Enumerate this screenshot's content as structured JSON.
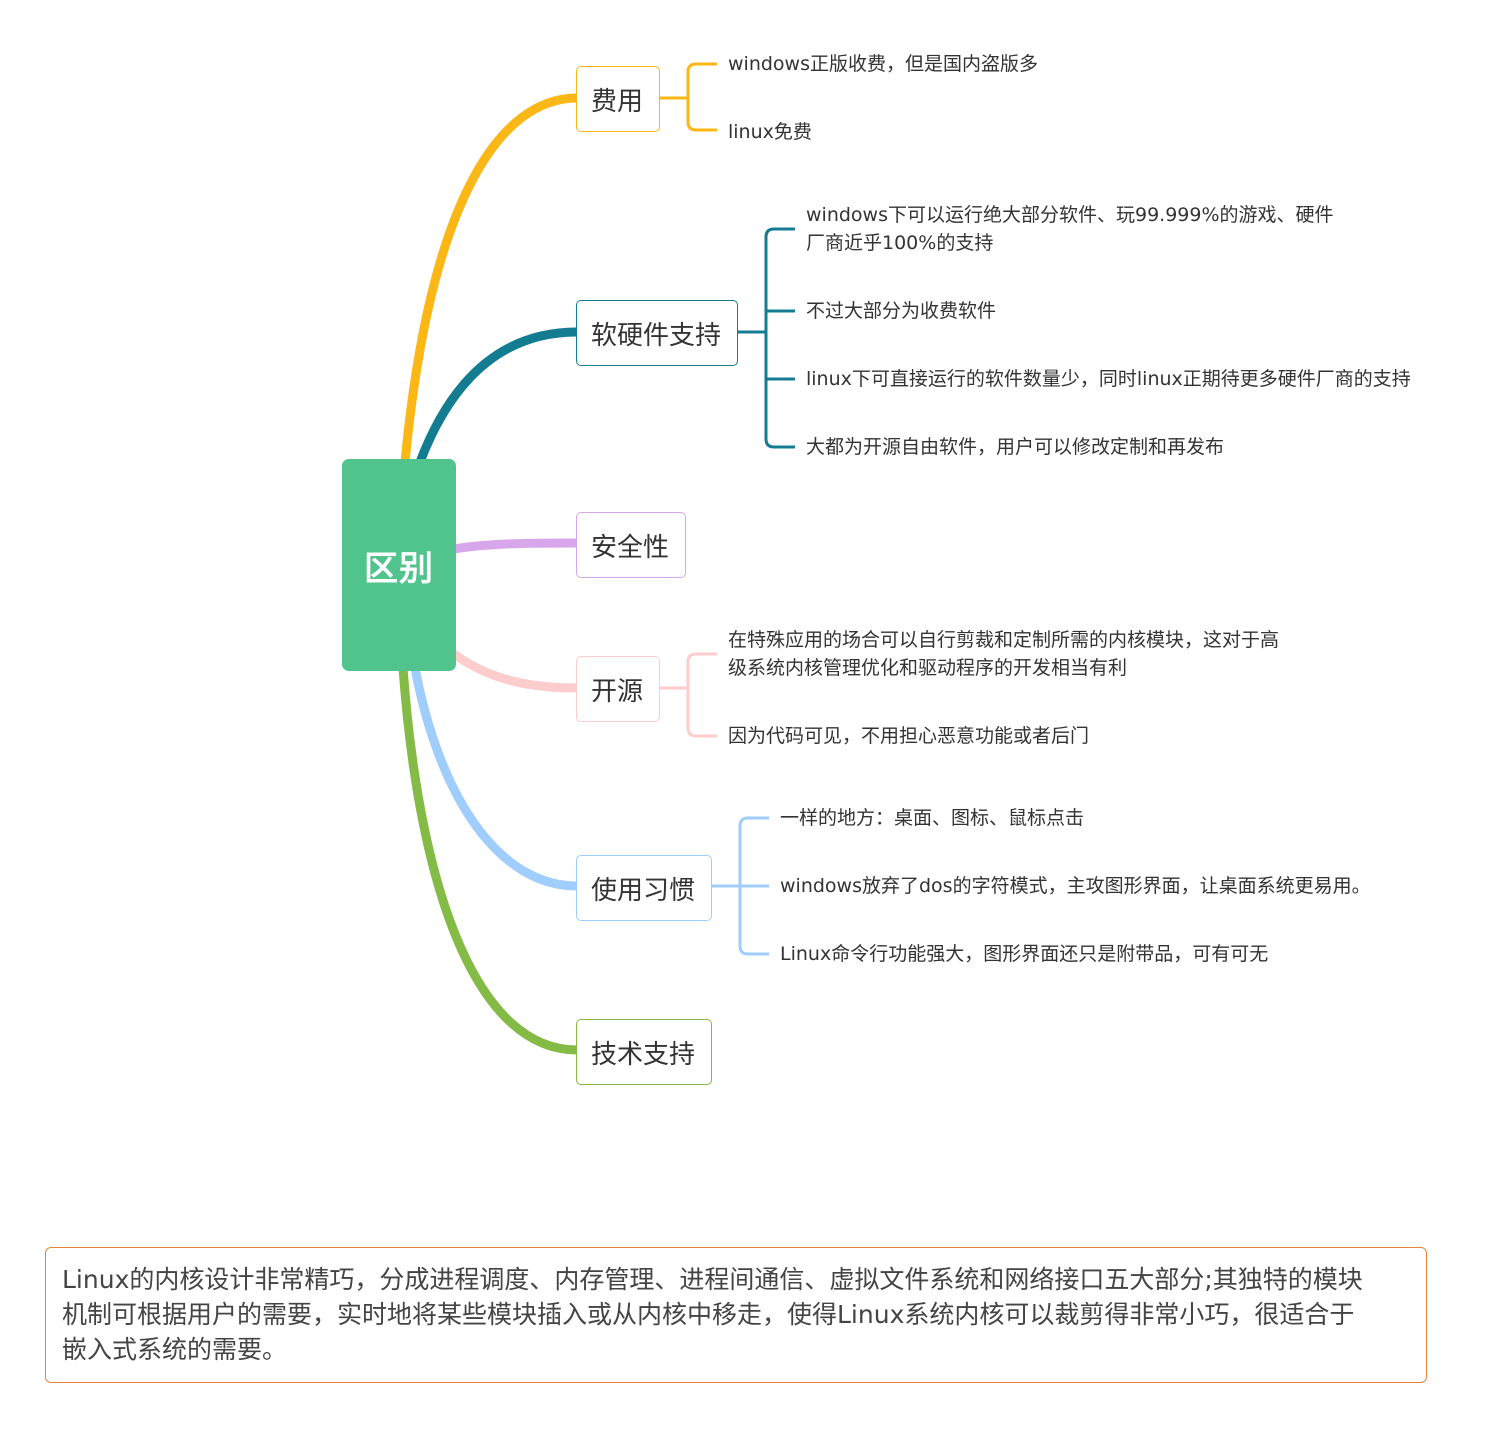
{
  "root": {
    "label": "区别",
    "color": "#50c48c"
  },
  "branches": [
    {
      "label": "费用",
      "color": "#fbb716",
      "items": [
        "windows正版收费，但是国内盗版多",
        "linux免费"
      ]
    },
    {
      "label": "软硬件支持",
      "color": "#147c91",
      "items": [
        "windows下可以运行绝大部分软件、玩99.999%的游戏、硬件",
        "厂商近乎100%的支持",
        "不过大部分为收费软件",
        "linux下可直接运行的软件数量少，同时linux正期待更多硬件厂商的支持",
        "大都为开源自由软件，用户可以修改定制和再发布"
      ]
    },
    {
      "label": "安全性",
      "color": "#d8a6ea",
      "items": []
    },
    {
      "label": "开源",
      "color": "#fdcccc",
      "items": [
        "在特殊应用的场合可以自行剪裁和定制所需的内核模块，这对于高",
        "级系统内核管理优化和驱动程序的开发相当有利",
        "因为代码可见，不用担心恶意功能或者后门"
      ]
    },
    {
      "label": "使用习惯",
      "color": "#9fcdfd",
      "items": [
        "一样的地方：桌面、图标、鼠标点击",
        "windows放弃了dos的字符模式，主攻图形界面，让桌面系统更易用。",
        "Linux命令行功能强大，图形界面还只是附带品，可有可无"
      ]
    },
    {
      "label": "技术支持",
      "color": "#84bb46",
      "items": []
    }
  ],
  "note": {
    "border_color": "#e6843b",
    "lines": [
      "Linux的内核设计非常精巧，分成进程调度、内存管理、进程间通信、虚拟文件系统和网络接口五大部分;其独特的模块",
      "机制可根据用户的需要，实时地将某些模块插入或从内核中移走，使得Linux系统内核可以裁剪得非常小巧，很适合于",
      "嵌入式系统的需要。"
    ]
  }
}
